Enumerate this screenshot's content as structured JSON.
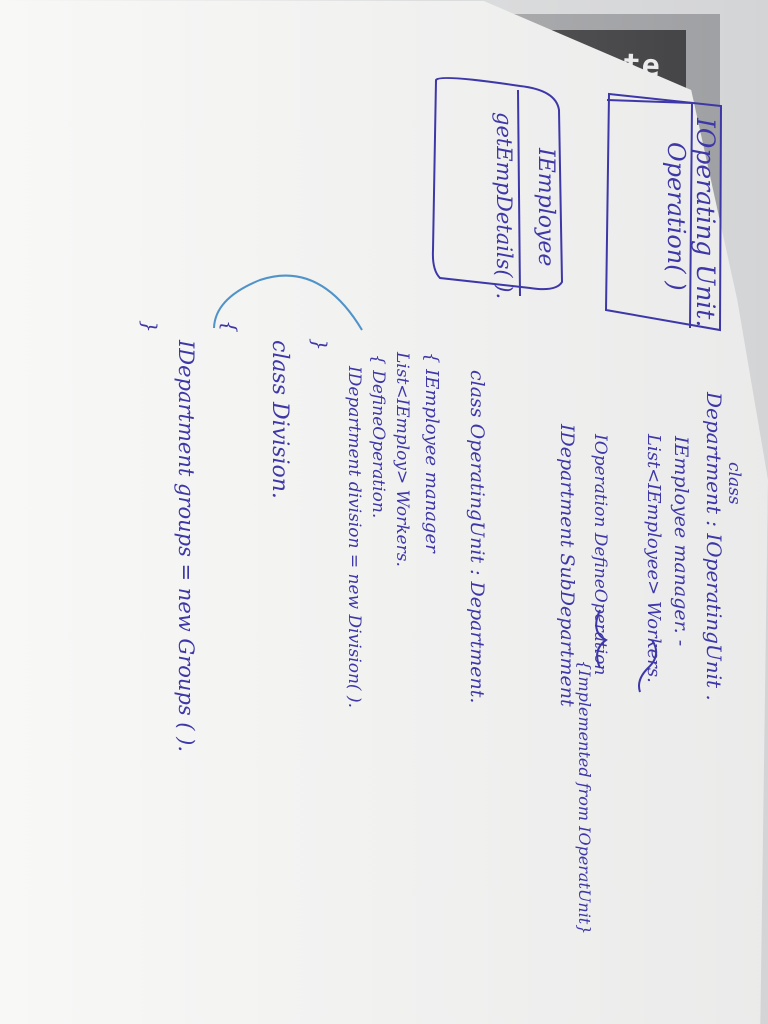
{
  "notebook": {
    "brand": "classmate"
  },
  "boxes": {
    "operating_unit": {
      "title": "IOperating Unit.",
      "method": "Operation( )"
    },
    "employee": {
      "title": "IEmployee",
      "method": "getEmpDetails( )."
    }
  },
  "department_class": {
    "header": "class",
    "declaration": "Department : IOperatingUnit .",
    "lines": [
      "IEmployee manager. -",
      "List<IEmployee> Workers.",
      "IOperation DefineOperation",
      "IDepartment SubDepartment"
    ],
    "brace_note": "{Implemented from IOperatUnit}"
  },
  "operating_unit_class": {
    "declaration": "class OperatingUnit : Department.",
    "lines": [
      "{ IEmployee manager",
      "List<IEmploy> Workers.",
      "{ DefineOperation.",
      "IDepartment division = new Division( ).",
      "}"
    ]
  },
  "division_class": {
    "declaration": "class Division.",
    "open": "{",
    "body": "IDepartment groups = new Groups ( ).",
    "close": "}"
  },
  "colors": {
    "ink": "#3d37a8",
    "paper": "#f4f4f2",
    "notebook_cover": "#9a9b9d",
    "brand_band": "#2b2b2c",
    "highlight_arc": "#4f93c8",
    "yellow_strip": "#e4d52d"
  }
}
